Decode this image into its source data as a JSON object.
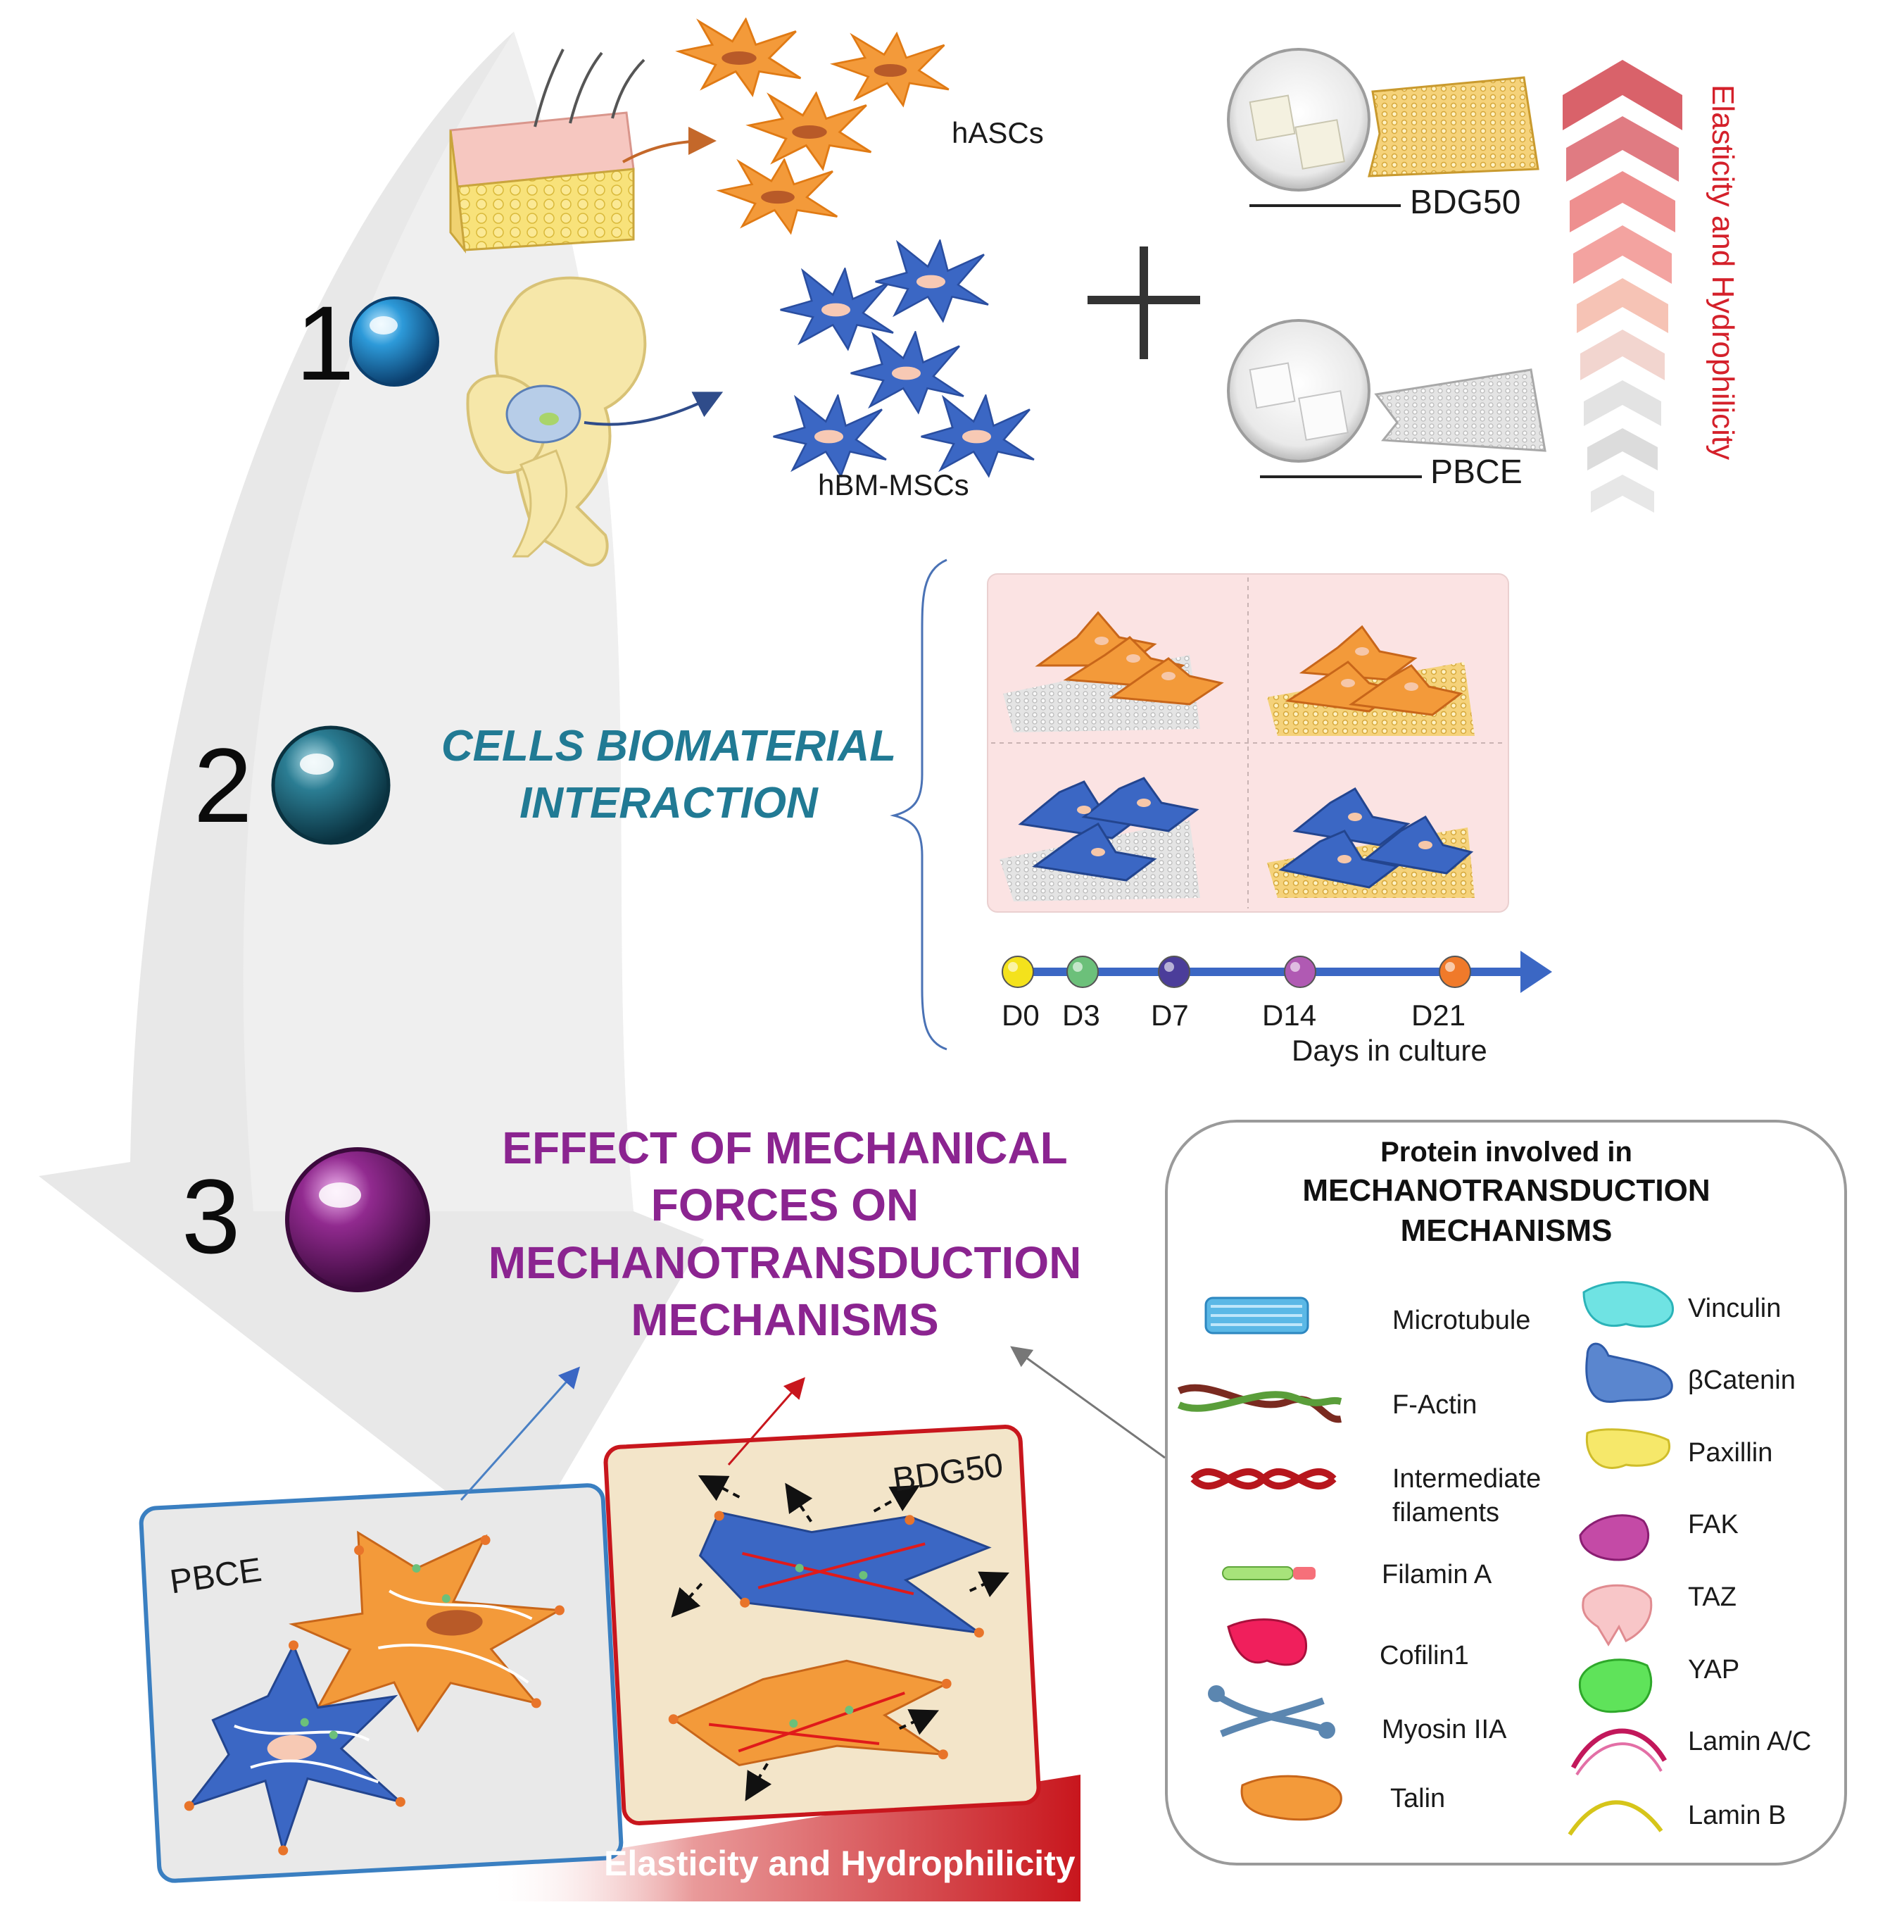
{
  "step1": {
    "numeral": "1",
    "cells": {
      "hascs": "hASCs",
      "hbmmscs": "hBM-MSCs"
    },
    "materials": {
      "bdg50": "BDG50",
      "pbce": "PBCE"
    },
    "gradient_label": "Elasticity and Hydrophilicity"
  },
  "step2": {
    "numeral": "2",
    "title_line1": "CELLS BIOMATERIAL",
    "title_line2": "INTERACTION",
    "timeline": {
      "points": [
        "D0",
        "D3",
        "D7",
        "D14",
        "D21"
      ],
      "axis_label": "Days in culture",
      "colors": [
        "#f4e21c",
        "#6cc07a",
        "#4b3d9a",
        "#b05ab3",
        "#f07a2a"
      ]
    }
  },
  "step3": {
    "numeral": "3",
    "title_lines": [
      "EFFECT OF MECHANICAL",
      "FORCES ON",
      "MECHANOTRANSDUCTION",
      "MECHANISMS"
    ]
  },
  "panel": {
    "title_line1": "Protein involved in",
    "title_line2": "MECHANOTRANSDUCTION",
    "title_line3": "MECHANISMS",
    "left_items": [
      "Microtubule",
      "F-Actin",
      "Intermediate\nfilaments",
      "Filamin  A",
      "Cofilin1",
      "Myosin  IIA",
      "Talin"
    ],
    "right_items": [
      "Vinculin",
      "βCatenin",
      "Paxillin",
      "FAK",
      "TAZ",
      "YAP",
      "Lamin  A/C",
      "Lamin  B"
    ]
  },
  "bottom": {
    "pbce_label": "PBCE",
    "bdg50_label": "BDG50",
    "banner": "Elasticity and Hydrophilicity"
  },
  "colors": {
    "orange_cell": "#f39a3a",
    "blue_cell": "#3b67c4",
    "accent_red": "#c8161d",
    "step2_teal": "#217a94",
    "step3_purple": "#8b2490"
  }
}
